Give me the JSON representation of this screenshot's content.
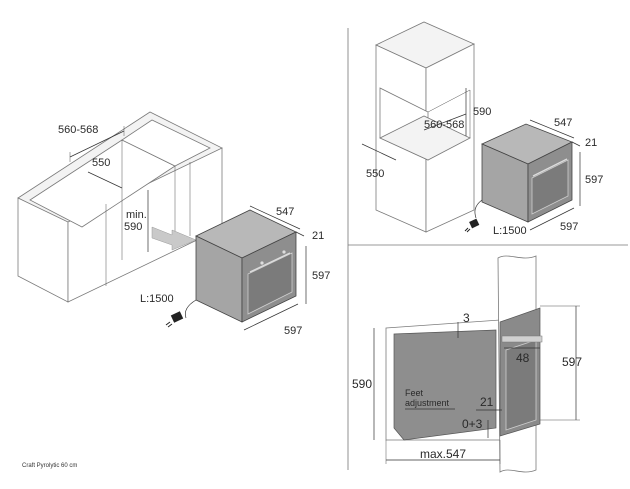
{
  "caption": "Craft Pyrolytic 60 cm",
  "panel_left": {
    "dim_cabinet_width": "560-568",
    "dim_cabinet_depth": "550",
    "dim_min_label": "min.",
    "dim_min_value": "590",
    "dim_oven_depth": "547",
    "dim_oven_front": "21",
    "dim_oven_height": "597",
    "dim_oven_width": "597",
    "cable_length": "L:1500"
  },
  "panel_top_right": {
    "dim_niche_height": "590",
    "dim_niche_width": "560-568",
    "dim_cabinet_depth": "550",
    "dim_oven_depth": "547",
    "dim_oven_front": "21",
    "dim_oven_height": "597",
    "dim_oven_width": "597",
    "cable_length": "L:1500"
  },
  "panel_bottom_right": {
    "dim_top_gap": "3",
    "dim_niche_height": "590",
    "dim_oven_height": "597",
    "dim_handle": "48",
    "feet_label_line1": "Feet",
    "feet_label_line2": "adjustment",
    "dim_front": "21",
    "dim_feet": "0+3",
    "dim_max_depth": "max.547"
  }
}
